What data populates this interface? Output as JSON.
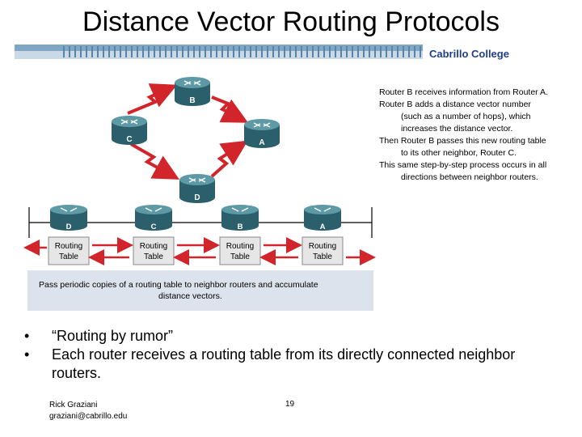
{
  "slide": {
    "title": "Distance Vector Routing Protocols",
    "brand": "Cabrillo College"
  },
  "notes": [
    {
      "text": "Router B receives information from Router A.",
      "indent": false
    },
    {
      "text": "Router B adds a distance vector number",
      "indent": false
    },
    {
      "text": "(such as a number of hops), which",
      "indent": true
    },
    {
      "text": "increases the distance vector.",
      "indent": true
    },
    {
      "text": "Then Router B passes this new routing table",
      "indent": false
    },
    {
      "text": "to its other neighbor, Router C.",
      "indent": true
    },
    {
      "text": "This same step-by-step process occurs in all",
      "indent": false
    },
    {
      "text": "directions between neighbor routers.",
      "indent": true
    }
  ],
  "diagram": {
    "topology_routers": [
      "B",
      "C",
      "A",
      "D"
    ],
    "chain_routers": [
      "D",
      "C",
      "B",
      "A"
    ],
    "table_label_line1": "Routing",
    "table_label_line2": "Table",
    "caption_line1": "Pass periodic copies of a routing table to neighbor routers and accumulate",
    "caption_line2": "distance vectors.",
    "colors": {
      "arrow": "#d2252b",
      "router": "#3f7f8c",
      "router_dark": "#2a5f6b",
      "caption_bg": "#dde3ec"
    }
  },
  "bullets": [
    "“Routing by rumor”",
    "Each router receives a routing table from its directly connected neighbor routers."
  ],
  "footer": {
    "author": "Rick Graziani",
    "email": "graziani@cabrillo.edu",
    "page": "19"
  }
}
